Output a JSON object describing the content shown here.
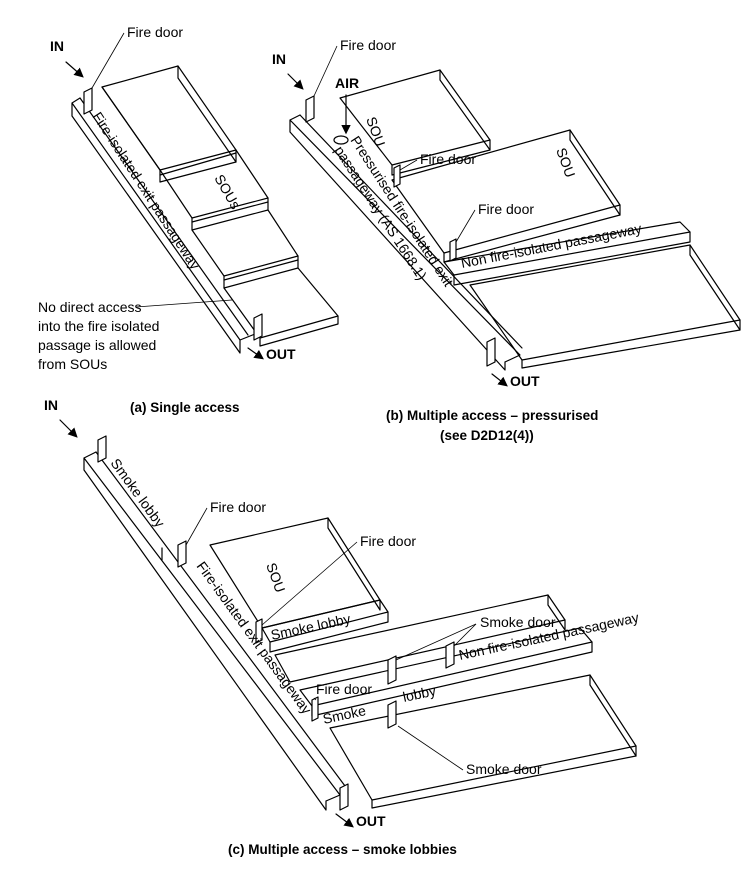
{
  "labels": {
    "in": "IN",
    "out": "OUT",
    "air": "AIR",
    "fire_door": "Fire door",
    "smoke_door": "Smoke door",
    "sou": "SOU",
    "sous": "SOUs",
    "smoke_lobby": "Smoke lobby",
    "smoke": "Smoke",
    "lobby": "lobby",
    "fire_isolated_exit_passageway": "Fire-isolated exit passageway",
    "non_fire_isolated_passageway": "Non fire-isolated passageway",
    "pressurised_line1": "Pressurised fire-isolated exit",
    "pressurised_line2": "passageway (AS 1668.1)",
    "no_access_line1": "No direct access",
    "no_access_line2": "into the fire isolated",
    "no_access_line3": "passage is allowed",
    "no_access_line4": "from SOUs"
  },
  "captions": {
    "a": "(a) Single access",
    "b_line1": "(b) Multiple access – pressurised",
    "b_line2": "(see D2D12(4))",
    "c": "(c) Multiple access – smoke lobbies"
  }
}
